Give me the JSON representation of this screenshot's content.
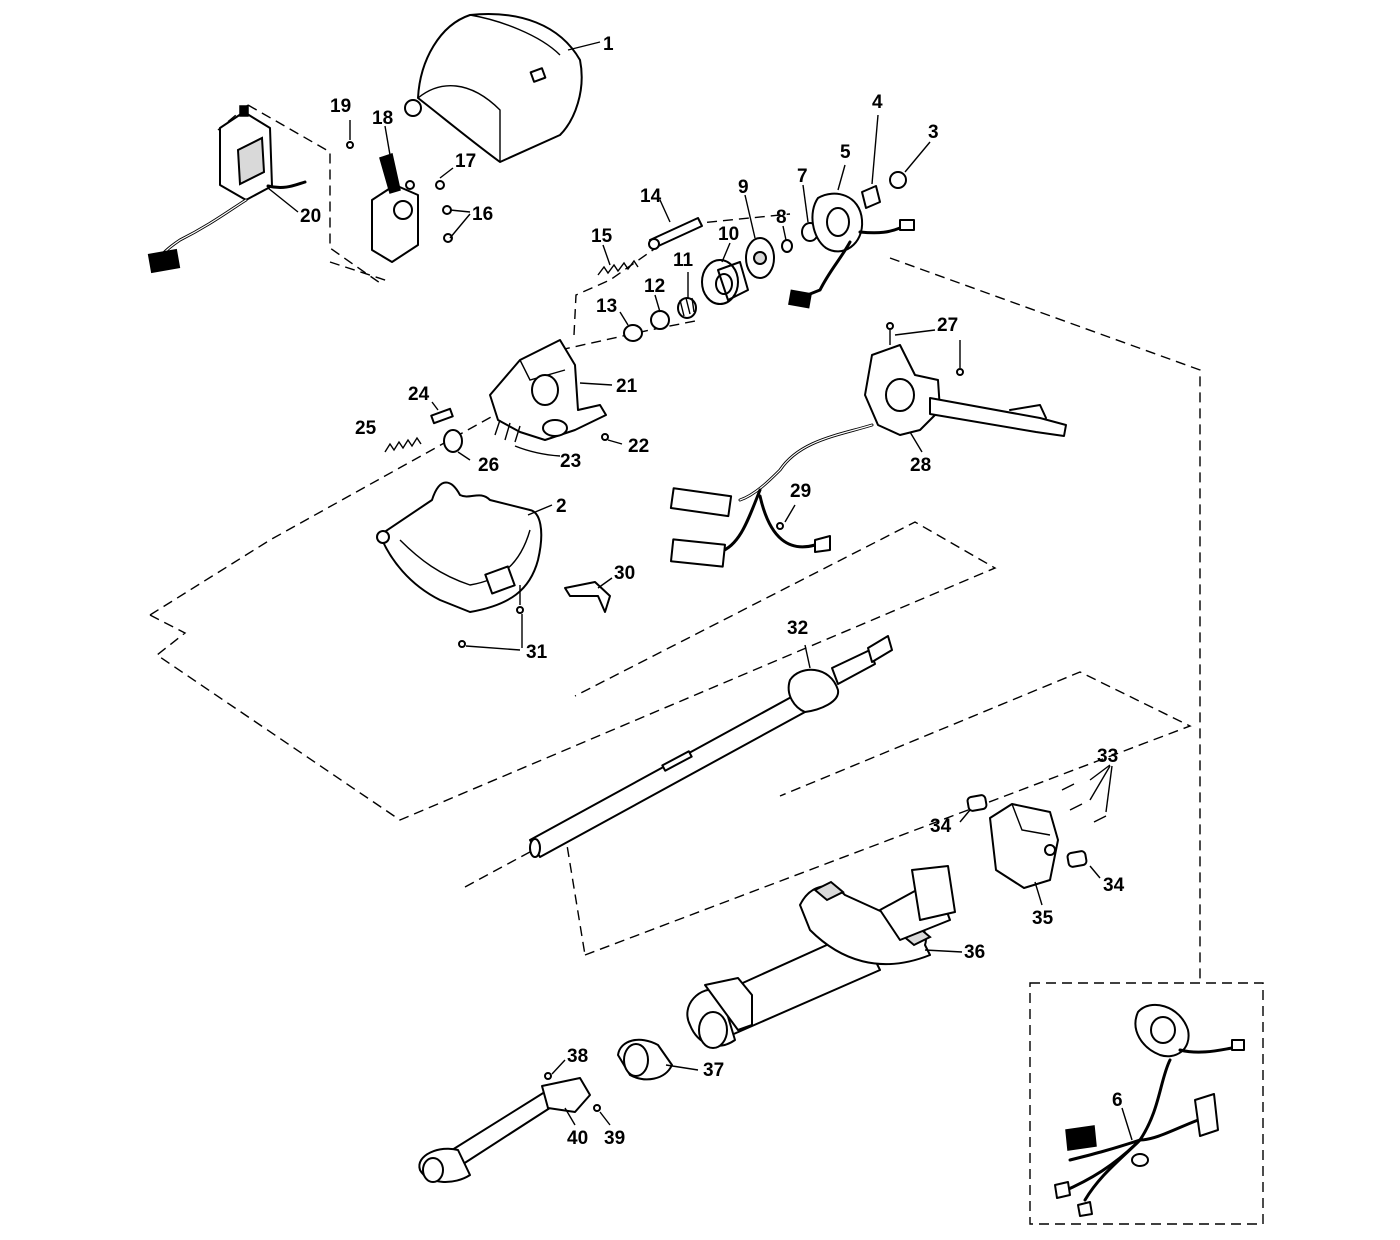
{
  "callouts": [
    {
      "id": "1",
      "label": "1"
    },
    {
      "id": "2",
      "label": "2"
    },
    {
      "id": "3",
      "label": "3"
    },
    {
      "id": "4",
      "label": "4"
    },
    {
      "id": "5",
      "label": "5"
    },
    {
      "id": "6",
      "label": "6"
    },
    {
      "id": "7",
      "label": "7"
    },
    {
      "id": "8",
      "label": "8"
    },
    {
      "id": "9",
      "label": "9"
    },
    {
      "id": "10",
      "label": "10"
    },
    {
      "id": "11",
      "label": "11"
    },
    {
      "id": "12",
      "label": "12"
    },
    {
      "id": "13",
      "label": "13"
    },
    {
      "id": "14",
      "label": "14"
    },
    {
      "id": "15",
      "label": "15"
    },
    {
      "id": "16",
      "label": "16"
    },
    {
      "id": "17",
      "label": "17"
    },
    {
      "id": "18",
      "label": "18"
    },
    {
      "id": "19",
      "label": "19"
    },
    {
      "id": "20",
      "label": "20"
    },
    {
      "id": "21",
      "label": "21"
    },
    {
      "id": "22",
      "label": "22"
    },
    {
      "id": "23",
      "label": "23"
    },
    {
      "id": "24",
      "label": "24"
    },
    {
      "id": "25",
      "label": "25"
    },
    {
      "id": "26",
      "label": "26"
    },
    {
      "id": "27",
      "label": "27"
    },
    {
      "id": "28",
      "label": "28"
    },
    {
      "id": "29",
      "label": "29"
    },
    {
      "id": "30",
      "label": "30"
    },
    {
      "id": "31",
      "label": "31"
    },
    {
      "id": "32",
      "label": "32"
    },
    {
      "id": "33",
      "label": "33"
    },
    {
      "id": "34a",
      "label": "34"
    },
    {
      "id": "34b",
      "label": "34"
    },
    {
      "id": "35",
      "label": "35"
    },
    {
      "id": "36",
      "label": "36"
    },
    {
      "id": "37",
      "label": "37"
    },
    {
      "id": "38",
      "label": "38"
    },
    {
      "id": "39",
      "label": "39"
    },
    {
      "id": "40",
      "label": "40"
    }
  ]
}
